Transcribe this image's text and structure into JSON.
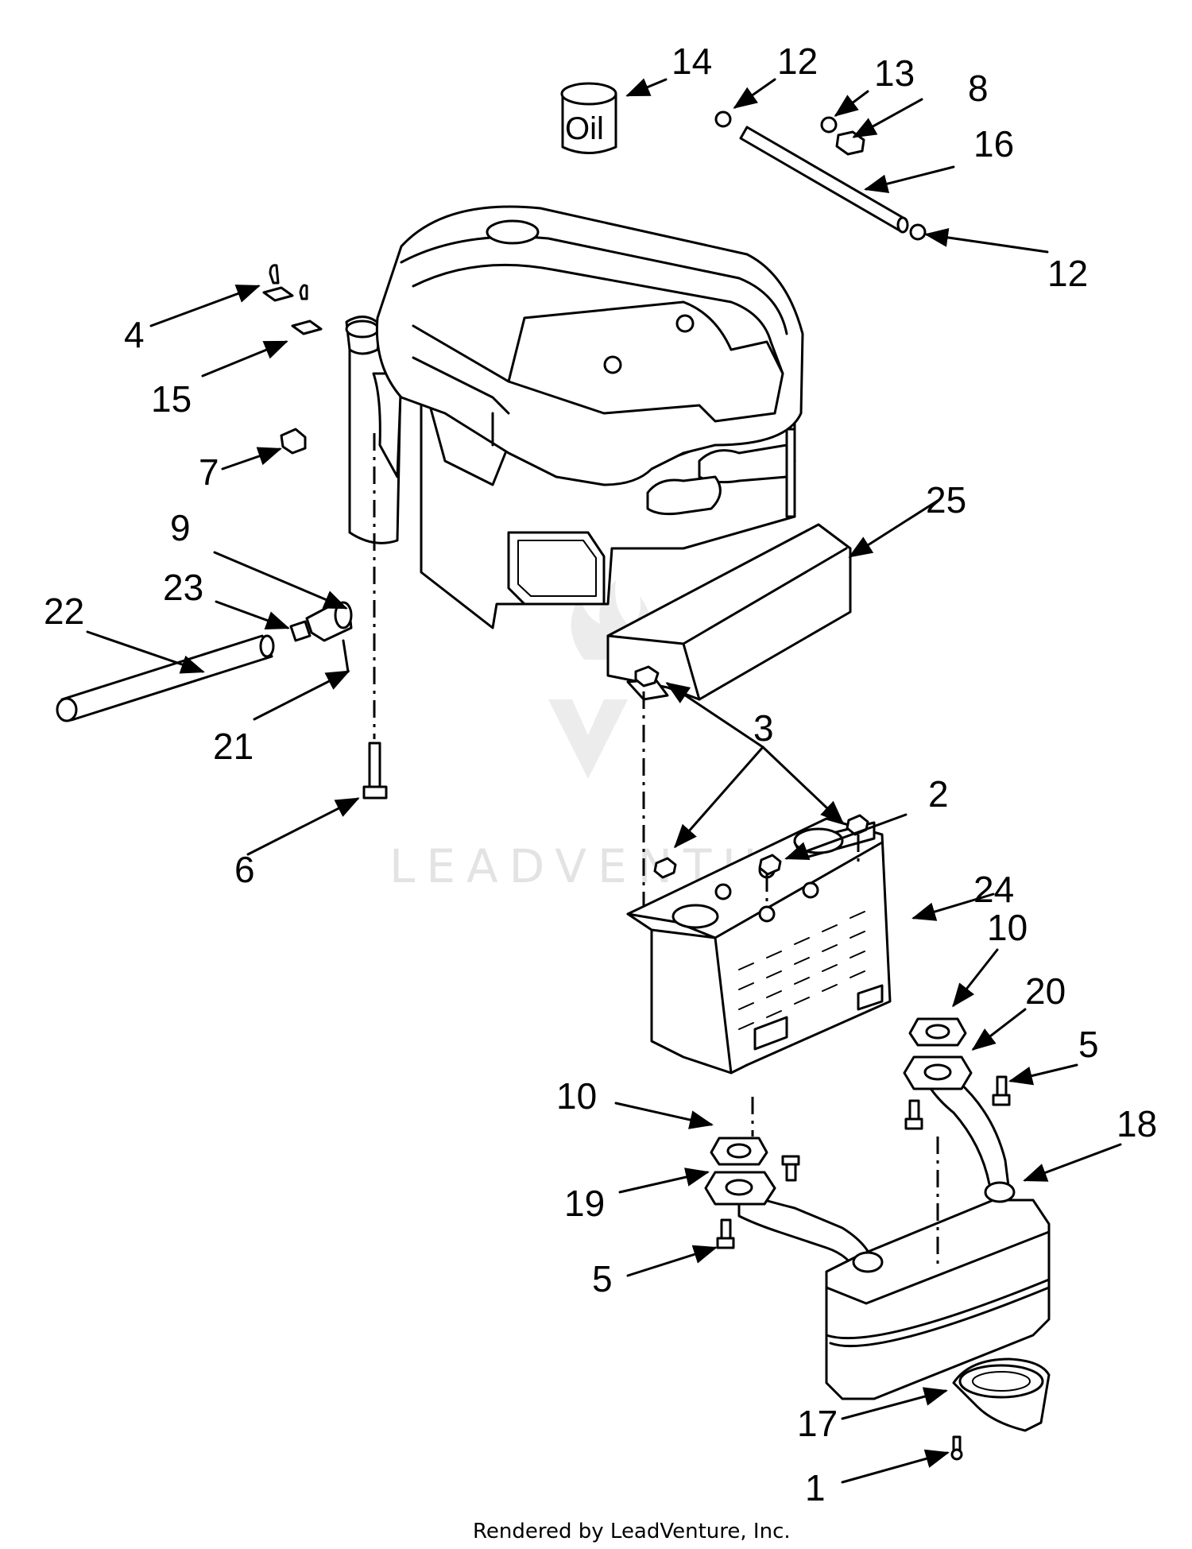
{
  "diagram": {
    "oil_label": "Oil",
    "watermark": "LEADVENTURE",
    "footer": "Rendered by LeadVenture, Inc.",
    "callouts": [
      {
        "id": "c14",
        "text": "14"
      },
      {
        "id": "c12a",
        "text": "12"
      },
      {
        "id": "c13",
        "text": "13"
      },
      {
        "id": "c8",
        "text": "8"
      },
      {
        "id": "c16",
        "text": "16"
      },
      {
        "id": "c12b",
        "text": "12"
      },
      {
        "id": "c4",
        "text": "4"
      },
      {
        "id": "c15",
        "text": "15"
      },
      {
        "id": "c7",
        "text": "7"
      },
      {
        "id": "c9",
        "text": "9"
      },
      {
        "id": "c23",
        "text": "23"
      },
      {
        "id": "c22",
        "text": "22"
      },
      {
        "id": "c21",
        "text": "21"
      },
      {
        "id": "c6",
        "text": "6"
      },
      {
        "id": "c25",
        "text": "25"
      },
      {
        "id": "c3",
        "text": "3"
      },
      {
        "id": "c2",
        "text": "2"
      },
      {
        "id": "c24",
        "text": "24"
      },
      {
        "id": "c10a",
        "text": "10"
      },
      {
        "id": "c20",
        "text": "20"
      },
      {
        "id": "c5a",
        "text": "5"
      },
      {
        "id": "c10b",
        "text": "10"
      },
      {
        "id": "c18",
        "text": "18"
      },
      {
        "id": "c19",
        "text": "19"
      },
      {
        "id": "c5b",
        "text": "5"
      },
      {
        "id": "c17",
        "text": "17"
      },
      {
        "id": "c1",
        "text": "1"
      }
    ]
  }
}
